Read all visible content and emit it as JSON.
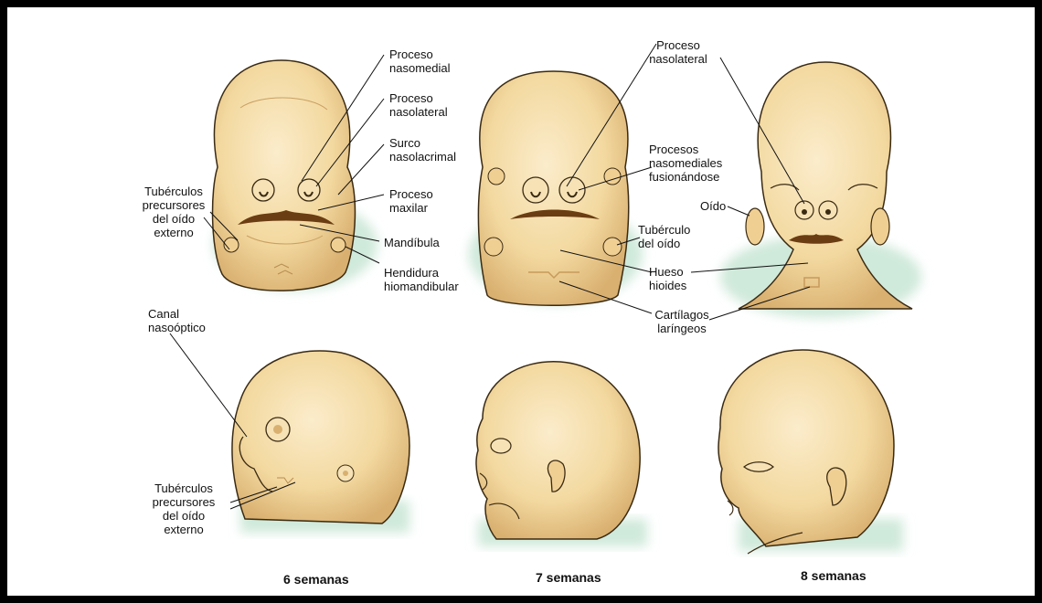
{
  "figure": {
    "stages": [
      {
        "caption": "6 semanas"
      },
      {
        "caption": "7 semanas"
      },
      {
        "caption": "8 semanas"
      }
    ],
    "labels": {
      "proceso_nasomedial": "Proceso\nnasomedial",
      "proceso_nasolateral_6": "Proceso\nnasolateral",
      "surco_nasolacrimal": "Surco\nnasolacrimal",
      "proceso_maxilar": "Proceso\nmaxilar",
      "mandibula": "Mandíbula",
      "hendidura_hiomandibular": "Hendidura\nhiomandibular",
      "tuberculos_precursores_top": "Tubérculos\nprecursores\ndel oído\nexterno",
      "proceso_nasolateral_8": "Proceso\nnasolateral",
      "procesos_nasomediales": "Procesos\nnasomediales\nfusionándose",
      "tuberculo_del_oido": "Tubérculo\ndel oído",
      "hueso_hioides": "Hueso\nhioides",
      "cartilagos_laringeos": "Cartílagos\nlaríngeos",
      "oido": "Oído",
      "canal_nasooptico": "Canal\nnasoóptico",
      "tuberculos_precursores_bottom": "Tubérculos\nprecursores\ndel oído\nexterno"
    },
    "colors": {
      "skin": "#f3d9a0",
      "skin_shadow": "#d9b070",
      "outline": "#3a2a12",
      "backdrop": "#cfe9da",
      "cavity": "#6b3d12"
    }
  }
}
